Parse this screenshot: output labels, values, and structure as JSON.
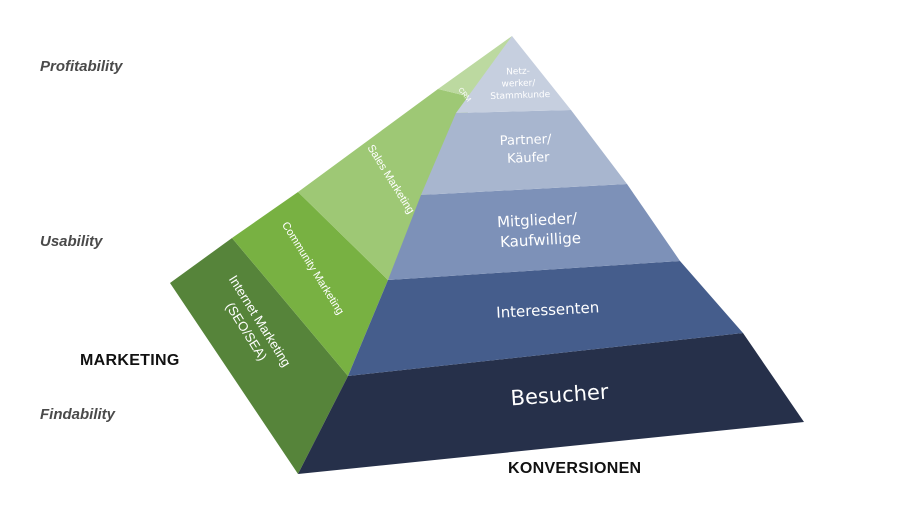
{
  "side_labels": {
    "profitability": "Profitability",
    "usability": "Usability",
    "findability": "Findability"
  },
  "captions": {
    "marketing": "MARKETING",
    "conversions": "KONVERSIONEN"
  },
  "conversion_tiers": {
    "netzwerker": [
      "Netz-",
      "werker/",
      "Stammkunde"
    ],
    "partner": [
      "Partner/",
      "Käufer"
    ],
    "mitglieder": [
      "Mitglieder/",
      "Kaufwillige"
    ],
    "interessenten": "Interessenten",
    "besucher": "Besucher"
  },
  "marketing_tiers": {
    "crm": "CRM",
    "sales": "Sales Marketing",
    "community": "Community Marketing",
    "internet": [
      "Internet Marketing",
      "(SEO/SEA)"
    ]
  },
  "colors": {
    "besucher": "#26304a",
    "interessenten": "#455d8c",
    "mitglieder": "#7d91b8",
    "partner": "#a8b6cf",
    "netzwerker": "#c6cfdf",
    "internet": "#56843a",
    "community": "#78b142",
    "sales": "#9ec875",
    "crm": "#bcd9a0"
  }
}
